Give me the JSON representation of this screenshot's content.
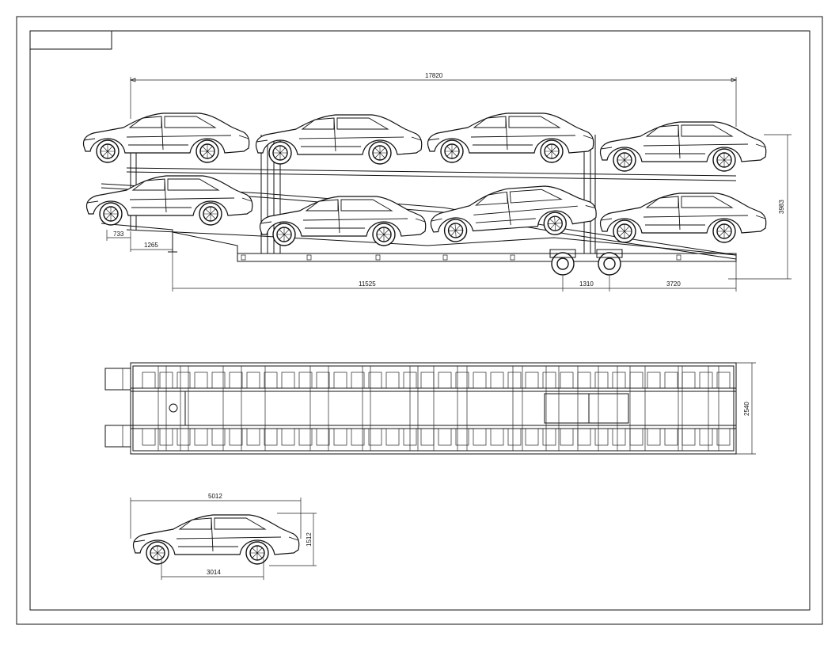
{
  "title_block": {
    "text": ""
  },
  "side_view": {
    "dims": {
      "overall_length": "17820",
      "overall_height": "3983",
      "front_overhang": "733",
      "kingpin_offset": "1265",
      "kingpin_to_axle": "11525",
      "axle_spacing": "1310",
      "rear_overhang": "3720"
    },
    "upper_deck_cars": 4,
    "lower_deck_cars": 4
  },
  "plan_view": {
    "dims": {
      "width": "2540"
    }
  },
  "car_view": {
    "dims": {
      "length": "5012",
      "height": "1512",
      "wheelbase": "3014"
    }
  }
}
